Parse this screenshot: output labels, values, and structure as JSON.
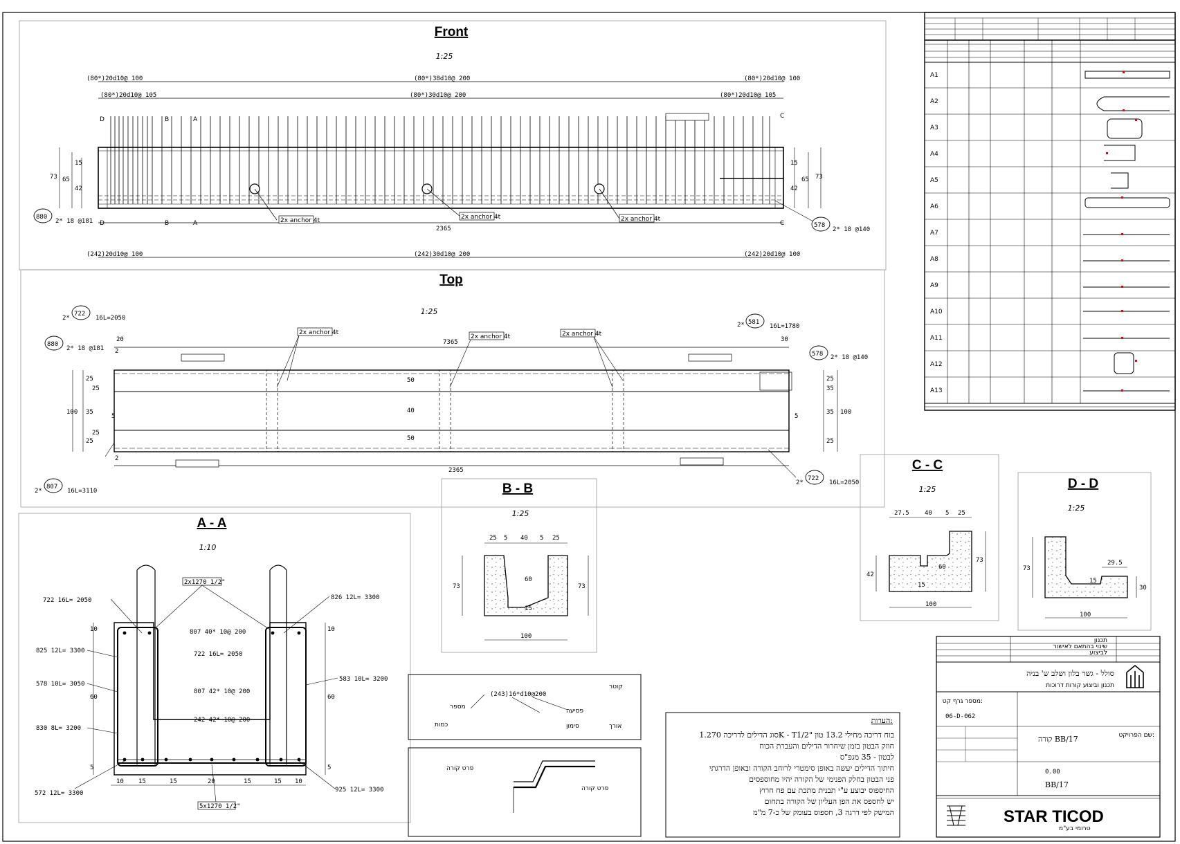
{
  "views": {
    "front": {
      "title": "Front",
      "scale": "1:25",
      "top_dims": [
        "(80*)20d10@ 100",
        "(80*)38d10@ 200",
        "(80*)20d10@ 100",
        "(80*)20d10@ 105",
        "(80*)30d10@ 200",
        "(80*)20d10@ 105"
      ],
      "bottom_dims": [
        "(242)20d10@ 100",
        "(242)30d10@ 200",
        "(242)20d10@ 100"
      ],
      "length": "2365",
      "left_heights": [
        "73",
        "65",
        "42",
        "15"
      ],
      "right_heights": [
        "73",
        "65",
        "42",
        "15"
      ],
      "bar_left": "2* 18 @181",
      "bar_right": "2* 18 @140",
      "mark_left": "880",
      "mark_right": "578",
      "sec_a": "A",
      "sec_b": "B",
      "sec_c": "C",
      "sec_d": "D",
      "lift_label": "2x anchor 4t"
    },
    "top": {
      "title": "Top",
      "scale": "1:25",
      "length_top": "7365",
      "length_bottom": "2365",
      "left_dims": [
        "25",
        "25",
        "100",
        "35",
        "25",
        "25"
      ],
      "right_dims": [
        "25",
        "35",
        "100",
        "35",
        "25"
      ],
      "mid_dims": [
        "50",
        "40",
        "50"
      ],
      "callout_tl": "16L=2050",
      "callout_tr": "16L=1780",
      "callout_bl": "16L=3110",
      "callout_br": "16L=2050",
      "mark_tl": "722",
      "mark_tr": "581",
      "mark_bl": "807",
      "mark_br": "722",
      "mark_l": "880",
      "mark_r": "578",
      "bar_l": "2* 18 @181",
      "bar_r": "2* 18 @140",
      "small_dims": [
        "20",
        "2",
        "30",
        "2",
        "5",
        "5"
      ],
      "lift_label": "2x anchor 4t"
    },
    "aa": {
      "title": "A - A",
      "scale": "1:10",
      "strand": "2x1270 1/2\"",
      "strand_bottom": "5x1270 1/2\"",
      "callouts_left": [
        "722 16L= 2050",
        "825 12L= 3300",
        "578 10L= 3050",
        "830 8L= 3200",
        "572 12L= 3300"
      ],
      "callouts_right": [
        "826 12L= 3300",
        "583 10L= 3200",
        "925 12L= 3300"
      ],
      "callouts_mid": [
        "807 40* 10@ 200",
        "722 16L= 2050",
        "807 42* 10@ 200",
        "242 42* 10@ 200"
      ],
      "bottom_dims": [
        "10",
        "15",
        "15",
        "20",
        "15",
        "15",
        "10"
      ],
      "side_dims": [
        "10",
        "60",
        "5"
      ]
    },
    "bb": {
      "title": "B - B",
      "scale": "1:25",
      "top_dims": [
        "25",
        "5",
        "40",
        "5",
        "25"
      ],
      "width": "100",
      "height": "73",
      "inner": "60",
      "bot": "15"
    },
    "cc": {
      "title": "C - C",
      "scale": "1:25",
      "top_dims": [
        "27.5",
        "40",
        "5",
        "25"
      ],
      "width": "100",
      "left_h": "42",
      "right_h": "73",
      "inner": "60",
      "bot": "15"
    },
    "dd": {
      "title": "D - D",
      "scale": "1:25",
      "width": "100",
      "left_h": "73",
      "right_h": "30",
      "step": "29.5",
      "bot": "15"
    }
  },
  "legend": {
    "callout": "(243)16*d10@200",
    "labels": [
      "קוטר",
      "מספר",
      "כמות",
      "פסיעה",
      "סימון",
      "אורך"
    ],
    "detail_label": "פרט קורה"
  },
  "notes": {
    "header": "הערות:",
    "lines": [
      "1.סוג הדילים לדריכה 270K - T1/2\" בוח דריכה מחילי 13.2 טון",
      "חוזק הבטון בזמן שיחרור הדילים והעברת הכוח",
      "לבטון - 35 מגפ\"ס",
      "חיתוך הדילים יעשה באופן סימטרי לרוחב הקורה ובאופן הדרגתי",
      "פני הבטון בחלק הפנימי של הקורה יהיו מחוספסים",
      "החיספוס יבוצע ע\"י תבנית מתכת עם פח חרוץ",
      "יש לחספס את הפן העליון של הקורה בתחום",
      "המישק לפי דרגה 3, חספוס בעומק של כ-7 מ\"מ"
    ]
  },
  "title_block": {
    "project": "סולל - גשר בלון ושלב ש' בניה",
    "subtitle": "תכנון וביצוע קורות דרוכות",
    "drawing_no_label": "מספר גרף קט:",
    "drawing_no": "06-D-062",
    "part_label": "שם הפרויקט:",
    "part_value": "קורה BB/17",
    "scale_value": "0.00",
    "sheet": "BB/17",
    "company": "STAR TICOD",
    "company_sub": "טרומי בע\"מ",
    "revisions": [
      "תכנון",
      "שינוי בהתאם לאישור",
      "לביצוע"
    ]
  },
  "rebar_schedule": {
    "rows": [
      "A1",
      "A2",
      "A3",
      "A4",
      "A5",
      "A6",
      "A7",
      "A8",
      "A9",
      "A10",
      "A11",
      "A12",
      "A13"
    ]
  }
}
